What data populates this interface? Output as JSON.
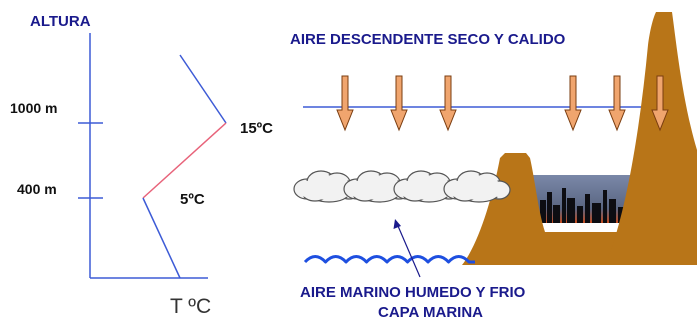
{
  "profile": {
    "height_axis_label": "ALTURA",
    "temperature_axis_label": "T ºC",
    "heights": [
      {
        "label": "1000 m"
      },
      {
        "label": "400 m"
      }
    ],
    "temperatures": [
      {
        "label": "15ºC"
      },
      {
        "label": "5ºC"
      }
    ],
    "colors": {
      "axis": "#3d5bd6",
      "profile_line": "#3d5bd6",
      "inversion_segment": "#e8637a"
    }
  },
  "scene": {
    "top_label": "AIRE DESCENDENTE SECO Y CALIDO",
    "bottom_label_line1": "AIRE MARINO HUMEDO Y FRIO",
    "bottom_label_line2": "CAPA MARINA",
    "descending_arrow_count": 6,
    "cloud_count": 4,
    "wave_count": 8,
    "colors": {
      "arrow_fill": "#f0a56e",
      "arrow_stroke": "#7a3d10",
      "mountain": "#b87518",
      "cloud_fill": "#f2f2f2",
      "cloud_stroke": "#555555",
      "water": "#1e4fe0",
      "haze": "#6a7896",
      "text": "#1a1a8c"
    }
  }
}
